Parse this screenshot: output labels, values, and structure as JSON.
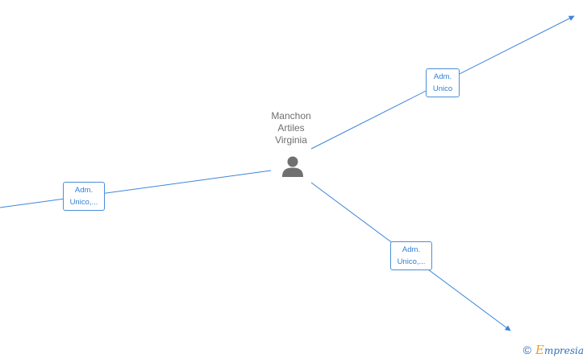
{
  "person": {
    "name": "Manchon\nArtiles\nVirginia",
    "icon": "person-icon"
  },
  "relations": [
    {
      "line1": "Adm.",
      "line2": "Unico"
    },
    {
      "line1": "Adm.",
      "line2": "Unico,..."
    },
    {
      "line1": "Adm.",
      "line2": "Unico,..."
    }
  ],
  "brand": {
    "copyright": "©",
    "first_letter": "E",
    "rest": "mpresia"
  },
  "colors": {
    "edge": "#3d85d8",
    "box_border": "#4a8fd9",
    "box_text": "#2f7fd6",
    "person": "#707070",
    "brand_blue": "#2f6fb5",
    "brand_orange": "#f39c1f"
  }
}
